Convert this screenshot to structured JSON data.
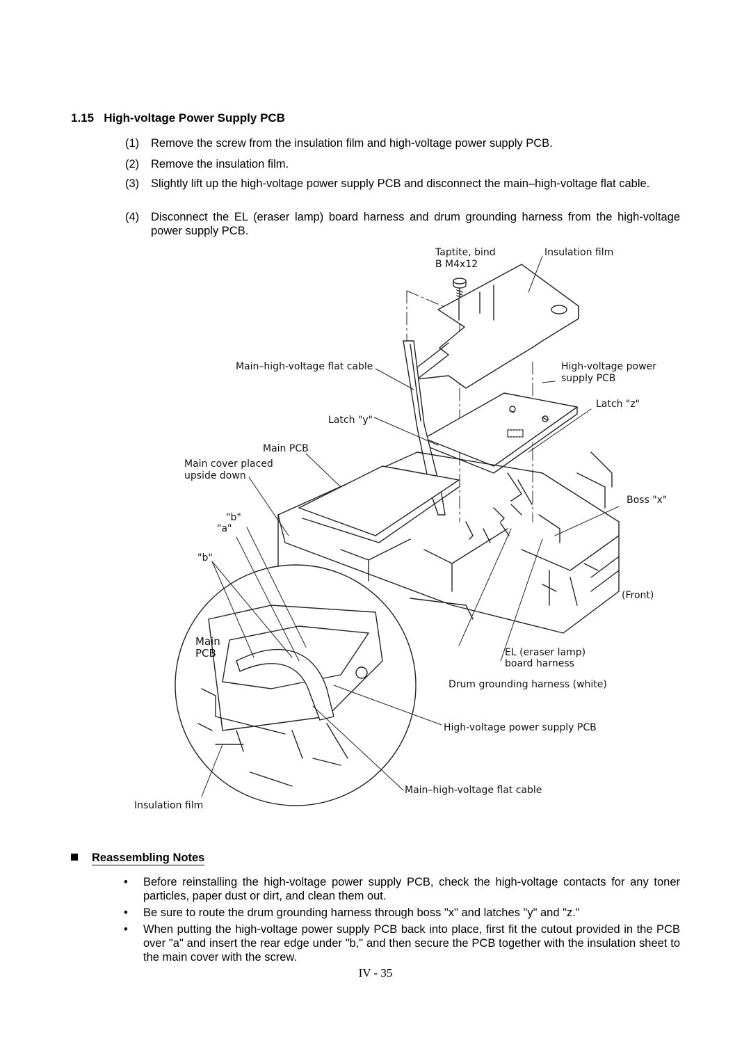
{
  "section": {
    "number": "1.15",
    "title": "High-voltage Power Supply PCB"
  },
  "steps": [
    {
      "num": "(1)",
      "text": "Remove the screw from the insulation film and high-voltage power supply PCB."
    },
    {
      "num": "(2)",
      "text": "Remove the insulation film."
    },
    {
      "num": "(3)",
      "text": "Slightly lift up the high-voltage power supply PCB and disconnect the main–high-voltage flat cable."
    },
    {
      "num": "(4)",
      "text": "Disconnect the EL (eraser lamp) board harness and drum grounding harness from the high-voltage power supply PCB."
    }
  ],
  "figure": {
    "labels": {
      "taptite_line1": "Taptite, bind",
      "taptite_line2": "B M4x12",
      "insulation_film_top": "Insulation film",
      "main_hv_cable_top": "Main–high-voltage flat cable",
      "hv_power_line1": "High-voltage power",
      "hv_power_line2": "supply PCB",
      "latch_z": "Latch \"z\"",
      "latch_y": "Latch \"y\"",
      "main_pcb": "Main PCB",
      "main_cover_line1": "Main cover placed",
      "main_cover_line2": "upside down",
      "boss_x": "Boss \"x\"",
      "b_upper": "\"b\"",
      "a": "\"a\"",
      "b_lower": "\"b\"",
      "front": "(Front)",
      "inset_main": "Main",
      "inset_pcb": "PCB",
      "el_line1": "EL (eraser lamp)",
      "el_line2": "board harness",
      "drum_ground": "Drum grounding harness (white)",
      "hv_pcb_bottom": "High-voltage power supply PCB",
      "main_hv_cable_bottom": "Main–high-voltage flat cable",
      "insulation_film_bottom": "Insulation film"
    }
  },
  "notes": {
    "heading": "Reassembling Notes",
    "bullet_symbol": "•",
    "items": [
      "Before reinstalling the high-voltage power supply PCB, check the high-voltage contacts for any toner particles, paper dust or dirt, and clean them out.",
      "Be sure to route the drum grounding harness through boss \"x\" and latches \"y\" and \"z.\"",
      "When putting the high-voltage power supply PCB back into place, first fit the cutout provided in the PCB over \"a\" and insert the rear edge under \"b,\" and then secure the PCB together with the insulation sheet to the main cover with the screw."
    ]
  },
  "footer": {
    "page": "IV - 35"
  }
}
